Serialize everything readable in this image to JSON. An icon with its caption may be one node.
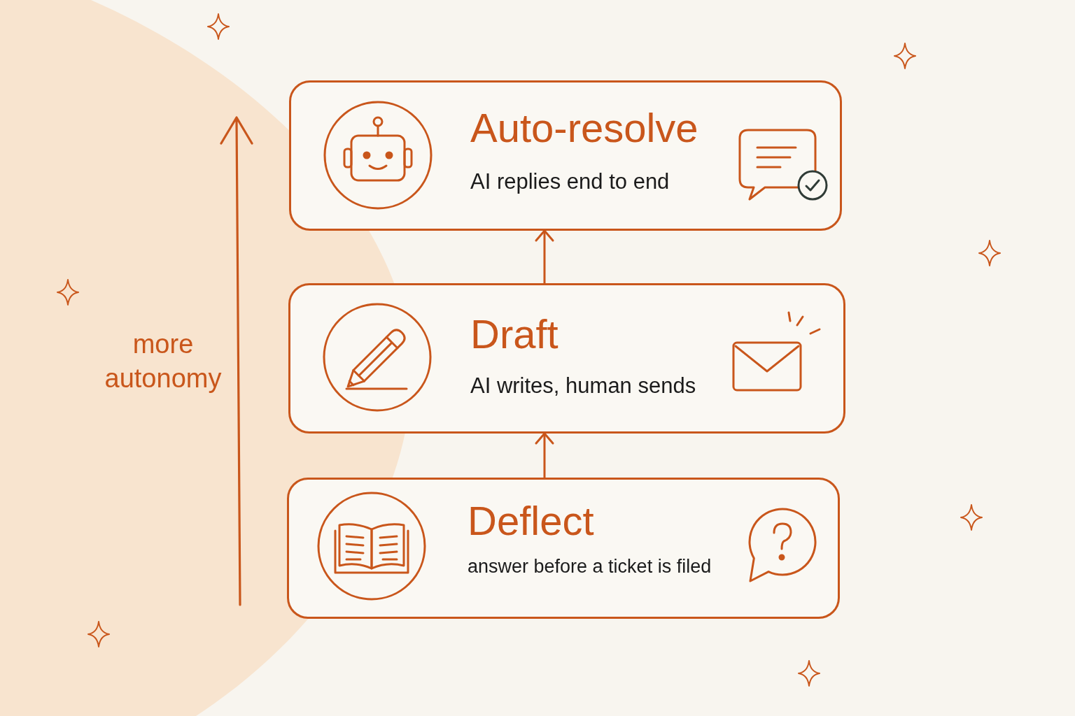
{
  "diagram": {
    "nodes": [
      {
        "text": [
          "Auto-resolve",
          "AI replies end to end"
        ]
      },
      {
        "text": [
          "Draft",
          "AI writes, human sends"
        ]
      },
      {
        "text": [
          "Deflect",
          "answer before a ticket is filed"
        ]
      }
    ],
    "edges": [
      {
        "from": 2,
        "to": 1,
        "arrow": "to"
      },
      {
        "from": 1,
        "to": 0,
        "arrow": "to"
      }
    ],
    "labels": [
      "more autonomy"
    ]
  }
}
